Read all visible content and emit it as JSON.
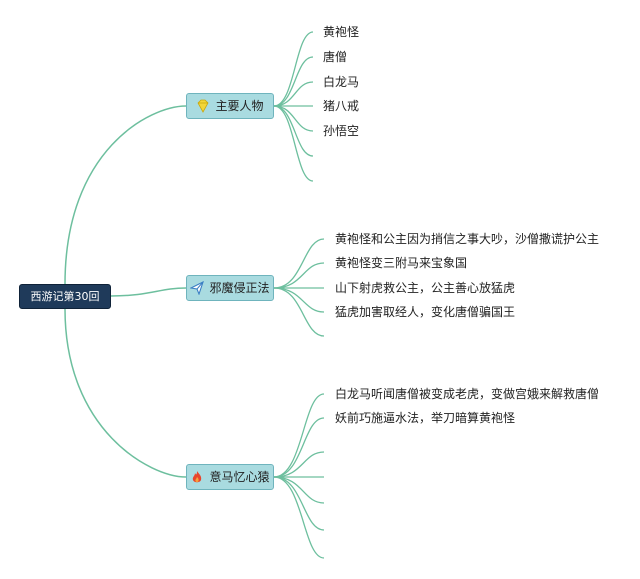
{
  "root": {
    "label": "西游记第30回"
  },
  "branches": [
    {
      "label": "主要人物",
      "icon": "gem-icon",
      "leaves": [
        "黄袍怪",
        "唐僧",
        "白龙马",
        "猪八戒",
        "孙悟空"
      ]
    },
    {
      "label": "邪魔侵正法",
      "icon": "paper-plane-icon",
      "leaves": [
        "黄袍怪和公主因为捎信之事大吵，沙僧撒谎护公主",
        "黄袍怪变三附马来宝象国",
        "山下射虎救公主，公主善心放猛虎",
        "猛虎加害取经人，变化唐僧骗国王"
      ]
    },
    {
      "label": "意马忆心猿",
      "icon": "fire-icon",
      "leaves": [
        "白龙马听闻唐僧被变成老虎，变做宫娥来解救唐僧",
        "妖前巧施逼水法，举刀暗算黄袍怪"
      ]
    }
  ],
  "colors": {
    "line": "#6dbf9e",
    "root_bg": "#1f3a5a",
    "branch_bg": "#a9dbe0",
    "branch_border": "#6fb4bd"
  }
}
